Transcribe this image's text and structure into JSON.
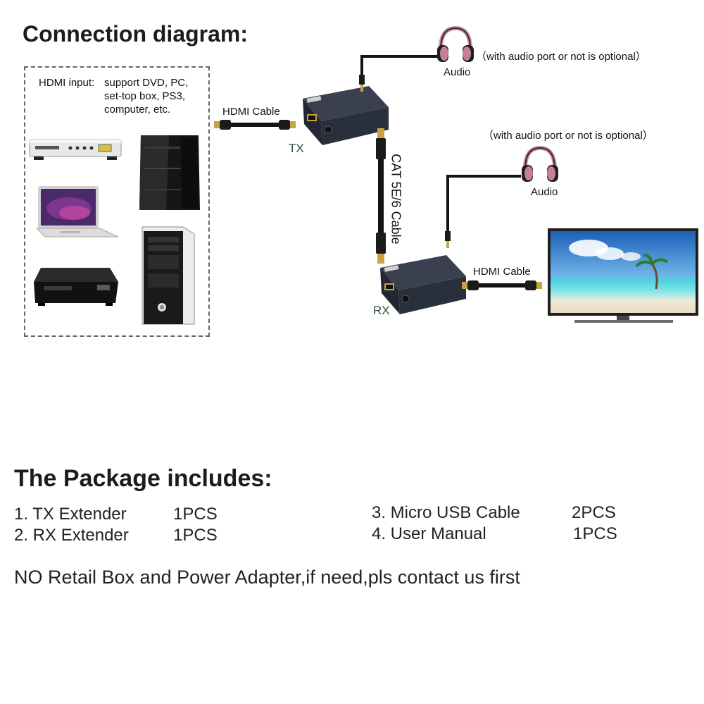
{
  "diagram": {
    "title": "Connection diagram:",
    "hdmi_input_label": "HDMI input:",
    "hdmi_input_desc": [
      "support DVD, PC,",
      "set-top box, PS3,",
      "computer, etc."
    ],
    "hdmi_cable_label": "HDMI Cable",
    "tx_label": "TX",
    "rx_label": "RX",
    "cat_cable_label": "CAT 5E/6 Cable",
    "audio_label": "Audio",
    "audio_note": "（with audio port or not is optional）",
    "sources": [
      "dvd-player",
      "ps3-console",
      "laptop",
      "pc-tower",
      "set-top-box"
    ],
    "display": "tv",
    "extender_color": "#2a2f3d",
    "cable_color": "#141414",
    "connector_color": "#c9a341",
    "headphone_color": "#d38ea5"
  },
  "package": {
    "title": "The Package includes:",
    "items": [
      {
        "name": "1. TX Extender",
        "qty": "1PCS"
      },
      {
        "name": "2. RX Extender",
        "qty": "1PCS"
      },
      {
        "name": "3. Micro USB Cable",
        "qty": "2PCS"
      },
      {
        "name": "4. User Manual",
        "qty": "1PCS"
      }
    ],
    "note": "NO Retail Box and Power Adapter,if need,pls contact us first"
  }
}
